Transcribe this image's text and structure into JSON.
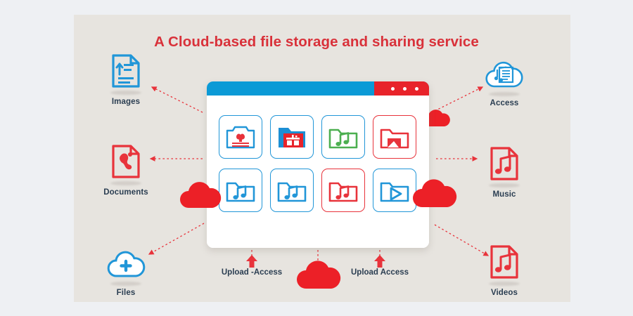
{
  "page": {
    "title": "A Cloud-based file storage and sharing service",
    "background_outer": "#eef0f3",
    "background_panel": "#e7e4df",
    "accent_red": "#e8333b",
    "accent_blue": "#2196d8",
    "label_color": "#2b3e52"
  },
  "window": {
    "titlebar_blue": "#0b9ad6",
    "titlebar_red": "#e8232a",
    "dots": [
      "dot-1",
      "dot-2",
      "dot-3"
    ]
  },
  "grid": {
    "tiles": [
      {
        "name": "photo-file-tile",
        "icon": "camera-photo-icon",
        "border": "blue",
        "glyph": "#2196d8"
      },
      {
        "name": "gift-folder-tile",
        "icon": "gift-folder-icon",
        "border": "blue",
        "glyph": "#e8333b"
      },
      {
        "name": "music-folder-green-tile",
        "icon": "music-folder-icon",
        "border": "blue",
        "glyph": "#4caf50"
      },
      {
        "name": "document-folder-tile",
        "icon": "document-folder-icon",
        "border": "red",
        "glyph": "#e8333b"
      },
      {
        "name": "music-folder-blue-tile-1",
        "icon": "music-folder-icon",
        "border": "blue",
        "glyph": "#2196d8"
      },
      {
        "name": "music-folder-blue-tile-2",
        "icon": "music-folder-icon",
        "border": "blue",
        "glyph": "#2196d8"
      },
      {
        "name": "music-folder-red-tile",
        "icon": "music-folder-icon",
        "border": "red",
        "glyph": "#e8333b"
      },
      {
        "name": "video-folder-tile",
        "icon": "play-folder-icon",
        "border": "blue",
        "glyph": "#2196d8"
      }
    ]
  },
  "sidebar_left": {
    "items": [
      {
        "label": "Images",
        "icon": "document-lines-icon",
        "color": "#2196d8"
      },
      {
        "label": "Documents",
        "icon": "document-shape-icon",
        "color": "#e8333b"
      },
      {
        "label": "Files",
        "icon": "cloud-plus-icon",
        "color": "#2196d8"
      }
    ]
  },
  "sidebar_right": {
    "items": [
      {
        "label": "Access",
        "icon": "cloud-document-icon",
        "color": "#2196d8"
      },
      {
        "label": "Music",
        "icon": "music-document-icon",
        "color": "#e8333b"
      },
      {
        "label": "Videos",
        "icon": "music-document-icon",
        "color": "#e8333b"
      }
    ]
  },
  "uploads": [
    {
      "label": "Upload -Access",
      "icon": "up-arrow-icon"
    },
    {
      "label": "Upload Access",
      "icon": "up-arrow-icon"
    }
  ],
  "clouds": [
    {
      "name": "cloud-left",
      "color": "#e8333b"
    },
    {
      "name": "cloud-right",
      "color": "#e8333b"
    },
    {
      "name": "cloud-top-right",
      "color": "#e8333b"
    },
    {
      "name": "cloud-bottom",
      "color": "#e8333b"
    }
  ]
}
